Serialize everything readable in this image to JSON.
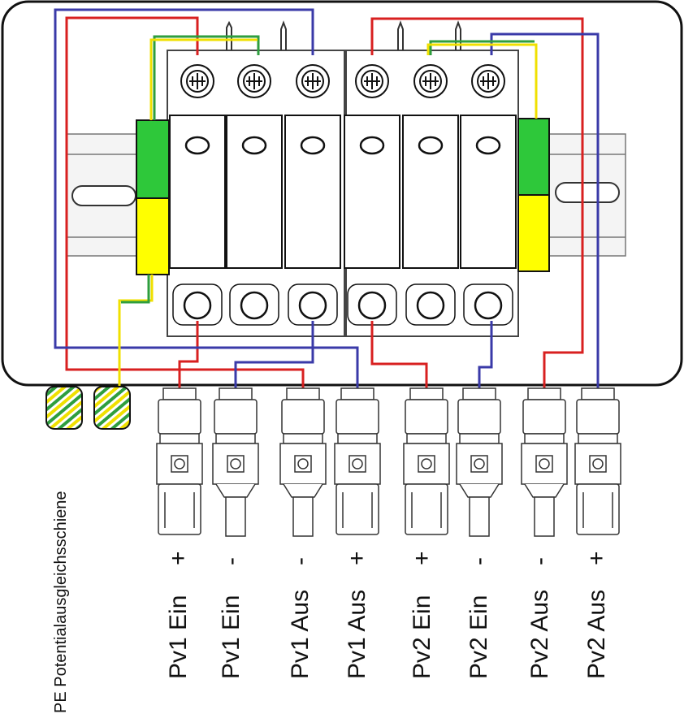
{
  "pe_label": "PE Potentialausgleichsschiene",
  "connectors": [
    {
      "name": "Pv1 Ein",
      "polarity": "+"
    },
    {
      "name": "Pv1 Ein",
      "polarity": "-"
    },
    {
      "name": "Pv1 Aus",
      "polarity": "-"
    },
    {
      "name": "Pv1 Aus",
      "polarity": "+"
    },
    {
      "name": "Pv2 Ein",
      "polarity": "+"
    },
    {
      "name": "Pv2 Ein",
      "polarity": "-"
    },
    {
      "name": "Pv2 Aus",
      "polarity": "-"
    },
    {
      "name": "Pv2 Aus",
      "polarity": "+"
    }
  ],
  "colors": {
    "red": "#d82020",
    "blue": "#3a3aa8",
    "green": "#2e9e3e",
    "yellow": "#f0e000",
    "module_green": "#2ec83a",
    "module_yellow": "#ffff00",
    "outline": "#111111"
  }
}
